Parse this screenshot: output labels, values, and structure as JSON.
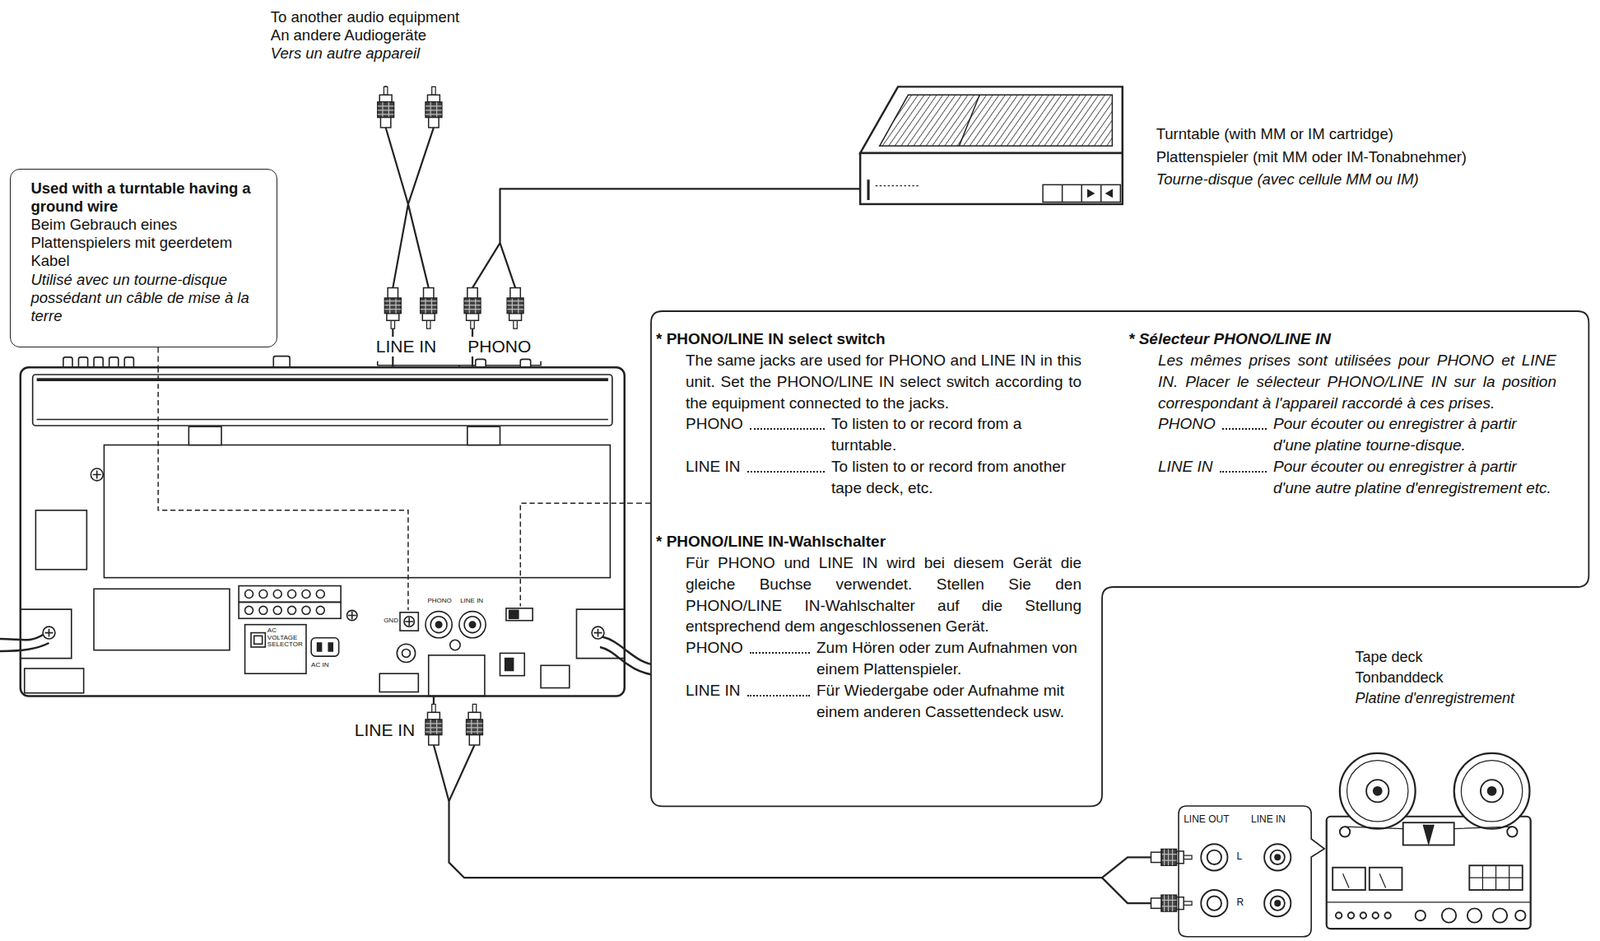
{
  "diagram": {
    "nodes": [
      {
        "text": [
          "To another audio equipment",
          "An andere Audiogeräte",
          "Vers un autre appareil"
        ]
      },
      {
        "text": [
          "Turntable (with MM or IM cartridge)",
          "Plattenspieler (mit MM oder IM-Tonabnehmer)",
          "Tourne-disque (avec cellule MM ou IM)"
        ]
      },
      {
        "text": [
          "Used with a turntable having a ground wire",
          "Beim Gebrauch eines Plattenspielers mit geerdetem Kabel",
          "Utilisé avec un tourne-disque possédant un câble de mise à la terre"
        ]
      },
      {
        "text": [
          "GND",
          "PHONO",
          "LINE IN",
          "AC VOLTAGE SELECTOR",
          "AC IN"
        ]
      },
      {
        "text": [
          "* PHONO/LINE IN select switch",
          "The same jacks are used for PHONO and LINE IN in this unit. Set the PHONO/LINE IN select switch according to the equipment connected to the jacks.",
          "PHONO",
          "To listen to or record from a turntable.",
          "LINE IN",
          "To listen to or record from another tape deck, etc.",
          "* PHONO/LINE IN-Wahlschalter",
          "Für PHONO und LINE IN wird bei diesem Gerät die gleiche Buchse verwendet. Stellen Sie den PHONO/LINE IN-Wahlschalter auf die Stellung entsprechend dem angeschlossenen Gerät.",
          "PHONO",
          "Zum Hören oder zum Aufnahmen von einem Plattenspieler.",
          "LINE IN",
          "Für Wiedergabe oder Aufnahme mit einem anderen Cassettendeck usw.",
          "* Sélecteur PHONO/LINE IN",
          "Les mêmes prises sont utilisées pour PHONO et LINE IN. Placer le sélecteur PHONO/LINE IN sur la position correspondant à l'appareil raccordé à ces prises.",
          "PHONO",
          "Pour écouter ou enregistrer à partir d'une platine tourne-disque.",
          "LINE IN",
          "Pour écouter ou enregistrer à partir d'une autre platine d'enregistrement etc."
        ]
      },
      {
        "text": [
          "Tape deck",
          "Tonbanddeck",
          "Platine d'enregistrement"
        ]
      },
      {
        "text": [
          "LINE OUT",
          "LINE IN",
          "L",
          "R"
        ]
      }
    ],
    "edges": [
      {
        "from": 0,
        "to": 3,
        "arrow": "none"
      },
      {
        "from": 1,
        "to": 3,
        "arrow": "none"
      },
      {
        "from": 2,
        "to": 3,
        "arrow": "none"
      },
      {
        "from": 4,
        "to": 3,
        "arrow": "none"
      },
      {
        "from": 6,
        "to": 3,
        "arrow": "none"
      }
    ],
    "labels": [
      "LINE IN",
      "PHONO",
      "LINE IN"
    ]
  }
}
